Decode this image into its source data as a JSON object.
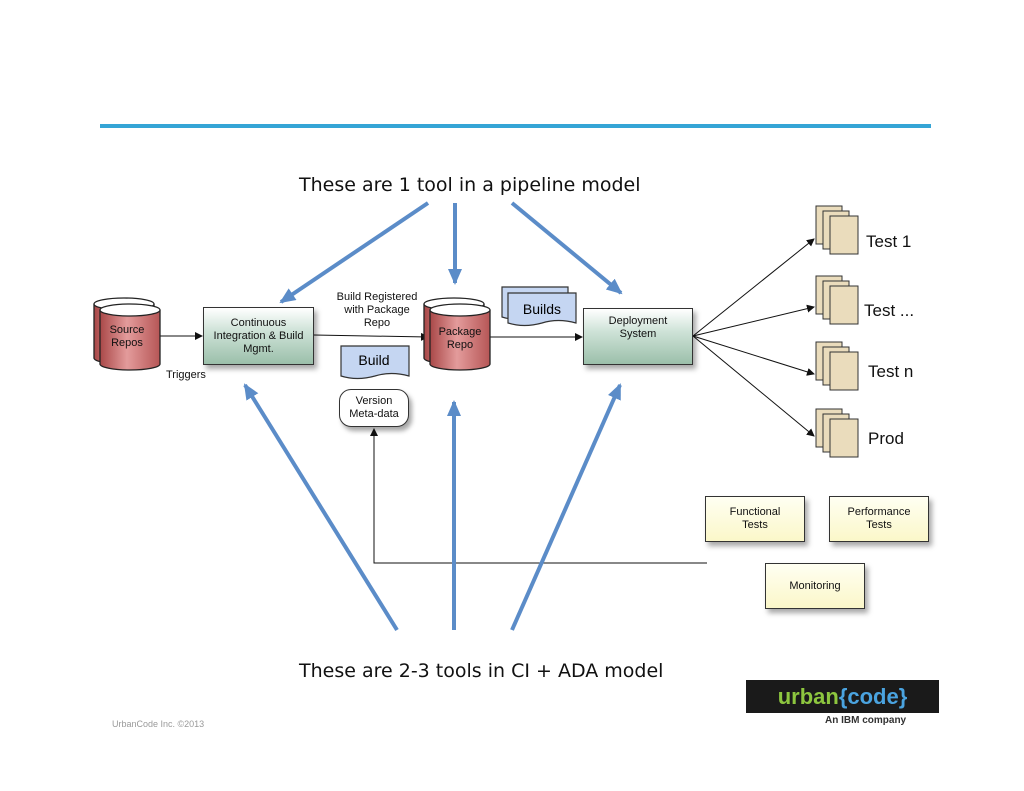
{
  "top_heading": "These are 1 tool in a pipeline model",
  "bottom_heading": "These are 2-3 tools in CI + ADA model",
  "nodes": {
    "source_repos": [
      "Source",
      "Repos"
    ],
    "ci_build": [
      "Continuous",
      "Integration & Build",
      "Mgmt."
    ],
    "package_repo": [
      "Package",
      "Repo"
    ],
    "deployment_system": [
      "Deployment",
      "System"
    ],
    "version_metadata": [
      "Version",
      "Meta-data"
    ],
    "functional_tests": [
      "Functional",
      "Tests"
    ],
    "performance_tests": [
      "Performance",
      "Tests"
    ],
    "monitoring": "Monitoring",
    "build_doc": "Build",
    "builds_doc": "Builds"
  },
  "labels": {
    "triggers": "Triggers",
    "build_registered": [
      "Build Registered",
      "with Package",
      "Repo"
    ]
  },
  "environments": [
    "Test 1",
    "Test ...",
    "Test n",
    "Prod"
  ],
  "colors": {
    "accent_rule": "#35a5d6",
    "arrow_blue": "#5b8cc8",
    "repo_red": "#c66b6b",
    "doc_blue": "#c5d6f2"
  },
  "logo": {
    "brand_part1": "urban",
    "brand_part2": "{code}",
    "tagline": "An IBM company"
  },
  "footer": "UrbanCode Inc. ©2013"
}
